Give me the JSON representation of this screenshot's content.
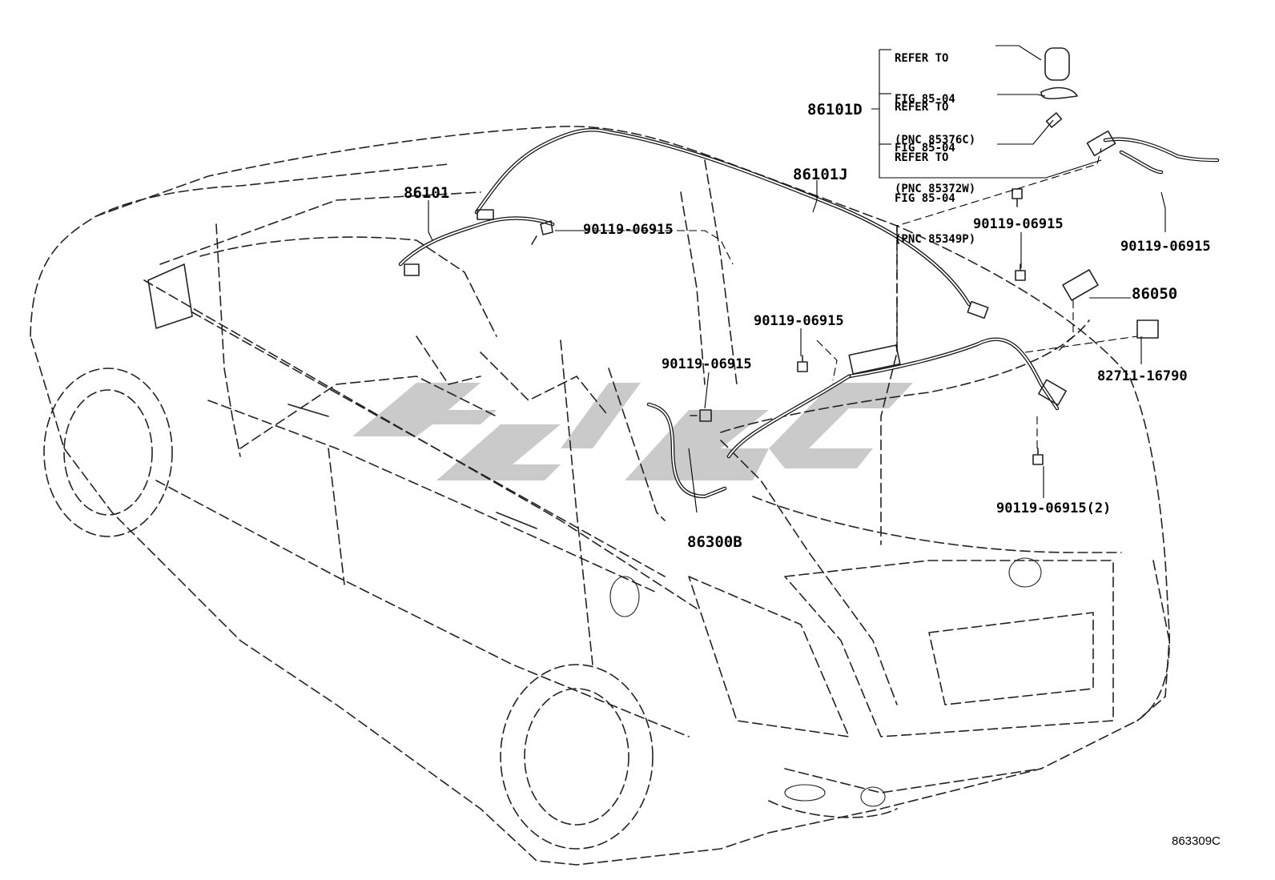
{
  "labels": {
    "p86101D": "86101D",
    "p86101J": "86101J",
    "p86101": "86101",
    "p86050": "86050",
    "p86300B": "86300B",
    "p82711": "82711-16790",
    "bolt_front": "90119-06915",
    "bolt_upper_right": "90119-06915",
    "bolt_right_86050": "90119-06915",
    "bolt_center_upper": "90119-06915",
    "bolt_center_lower": "90119-06915",
    "bolt_rear_2": "90119-06915(2)"
  },
  "references": [
    {
      "line1": "REFER TO",
      "line2": "FIG 85-04",
      "line3": "(PNC 85376C)"
    },
    {
      "line1": "REFER TO",
      "line2": "FIG 85-04",
      "line3": "(PNC 85372W)"
    },
    {
      "line1": "REFER TO",
      "line2": "FIG 85-04",
      "line3": "(PNC 85349P)"
    }
  ],
  "figure_number": "863309C",
  "icons": [
    "car-outline-icon",
    "wire-harness-icon",
    "bolt-icon",
    "connector-icon",
    "watermark-logo"
  ]
}
